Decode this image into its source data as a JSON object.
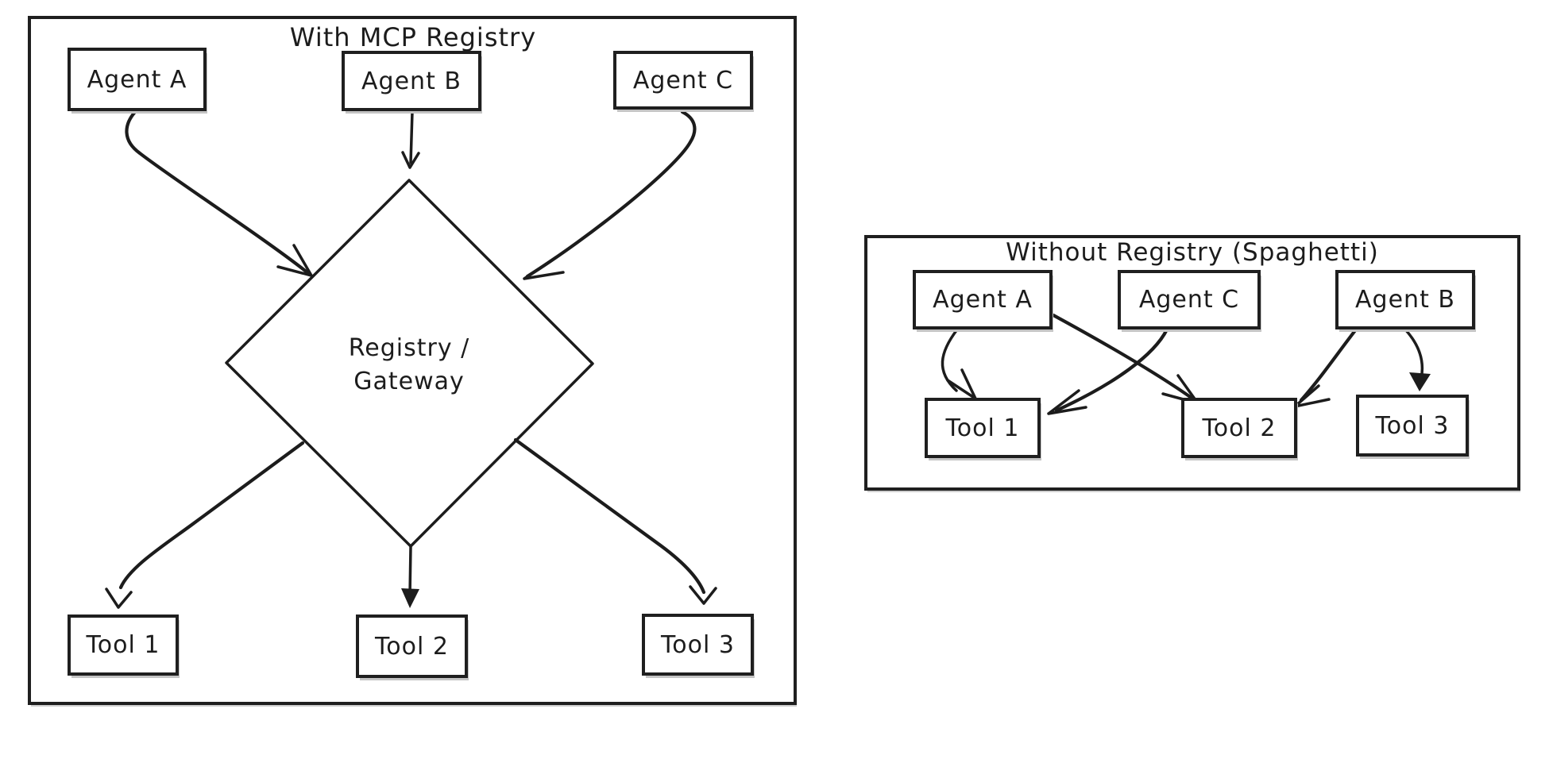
{
  "colors": {
    "ink": "#1c1c1c",
    "paper": "#ffffff",
    "shadow": "#c4c4c4"
  },
  "left_panel": {
    "title": "With MCP Registry",
    "agents": [
      {
        "label": "Agent A"
      },
      {
        "label": "Agent B"
      },
      {
        "label": "Agent C"
      }
    ],
    "hub": {
      "label_line1": "Registry /",
      "label_line2": "Gateway"
    },
    "tools": [
      {
        "label": "Tool 1"
      },
      {
        "label": "Tool 2"
      },
      {
        "label": "Tool 3"
      }
    ],
    "connections": [
      {
        "from": "Agent A",
        "to": "Registry / Gateway"
      },
      {
        "from": "Agent B",
        "to": "Registry / Gateway"
      },
      {
        "from": "Agent C",
        "to": "Registry / Gateway"
      },
      {
        "from": "Registry / Gateway",
        "to": "Tool 1"
      },
      {
        "from": "Registry / Gateway",
        "to": "Tool 2"
      },
      {
        "from": "Registry / Gateway",
        "to": "Tool 3"
      }
    ]
  },
  "right_panel": {
    "title": "Without Registry (Spaghetti)",
    "agents": [
      {
        "label": "Agent A"
      },
      {
        "label": "Agent C"
      },
      {
        "label": "Agent B"
      }
    ],
    "tools": [
      {
        "label": "Tool 1"
      },
      {
        "label": "Tool 2"
      },
      {
        "label": "Tool 3"
      }
    ],
    "connections": [
      {
        "from": "Agent A",
        "to": "Tool 1"
      },
      {
        "from": "Agent A",
        "to": "Tool 2"
      },
      {
        "from": "Agent C",
        "to": "Tool 1"
      },
      {
        "from": "Agent B",
        "to": "Tool 2"
      },
      {
        "from": "Agent B",
        "to": "Tool 3"
      }
    ]
  }
}
